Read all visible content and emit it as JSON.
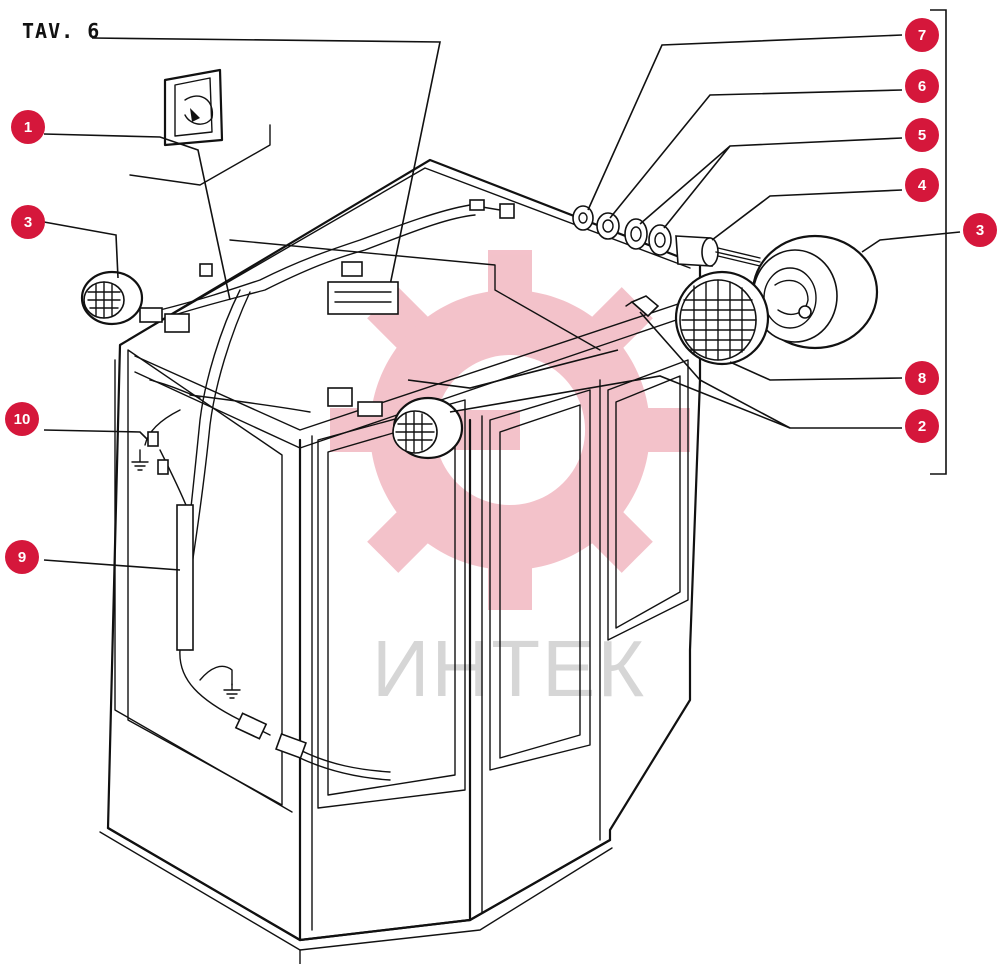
{
  "title": "TAV. 6",
  "watermark": {
    "text": "ИНТЕК",
    "gear_color": "#f1b3be",
    "text_color": "#c9c9c9"
  },
  "callout_color": "#d5173b",
  "callouts": [
    "1",
    "3",
    "10",
    "9",
    "7",
    "6",
    "5",
    "4",
    "3",
    "8",
    "2"
  ],
  "icons": [
    "ground-icon",
    "ground-icon",
    "ground-icon"
  ]
}
